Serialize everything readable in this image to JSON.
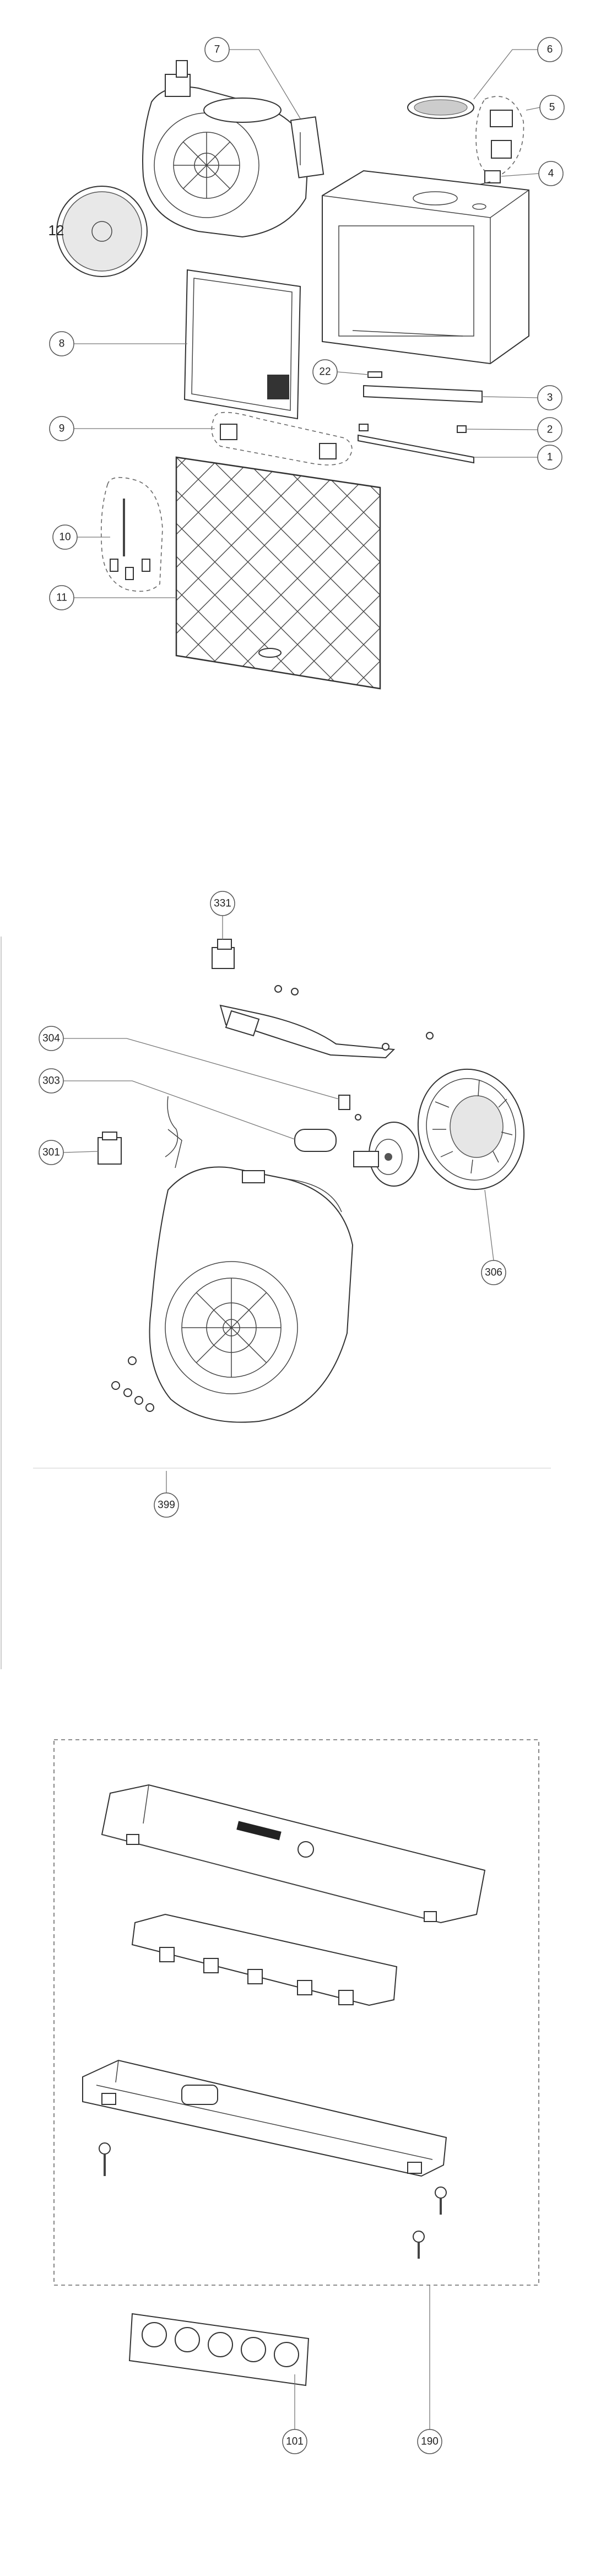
{
  "section1": {
    "callouts": [
      "7",
      "6",
      "5",
      "4",
      "12",
      "8",
      "22",
      "3",
      "2",
      "9",
      "1",
      "10",
      "11"
    ]
  },
  "section2": {
    "callouts": [
      "331",
      "304",
      "303",
      "301",
      "306",
      "399"
    ]
  },
  "section3": {
    "callouts": [
      "101",
      "190"
    ]
  }
}
